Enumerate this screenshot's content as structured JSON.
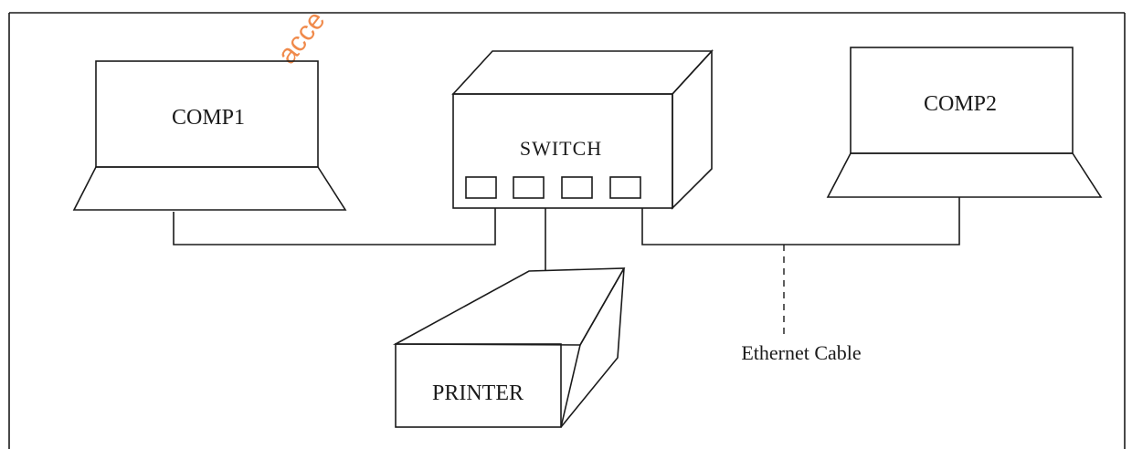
{
  "diagram": {
    "devices": {
      "comp1": "COMP1",
      "comp2": "COMP2",
      "switch": "SWITCH",
      "printer": "PRINTER"
    },
    "cable_label": "Ethernet Cable",
    "watermark": "acce",
    "colors": {
      "line": "#1a1a1a",
      "background": "#ffffff",
      "watermark": "#f08a4b"
    }
  }
}
